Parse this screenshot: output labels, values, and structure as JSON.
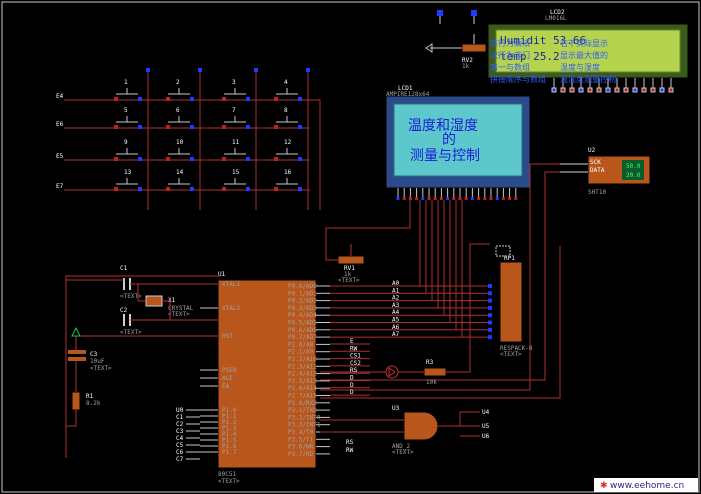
{
  "lcd2": {
    "ref": "LCD2",
    "model": "LM016L",
    "line1": "Humidit 53.66",
    "line2": "temp 25.2",
    "note": "LCD2 (blue marking)"
  },
  "lcd1": {
    "ref": "LCD1",
    "model": "AMPIRE128x64",
    "line1": "温度和湿度",
    "line2": "的",
    "line3": "测量与控制"
  },
  "rv2": {
    "ref": "RV2",
    "value": "1k"
  },
  "rv1": {
    "ref": "RV1",
    "value": "1k",
    "tag": "<TEXT>"
  },
  "u2": {
    "ref": "U2",
    "label1": "SCK",
    "label2": "DATA",
    "model": "SHT10",
    "screen1": "50.0",
    "screen2": "20.0"
  },
  "u1": {
    "ref": "U1",
    "model": "80C51",
    "tag": "<TEXT>",
    "pins_left": [
      "XTAL1",
      "XTAL2",
      "RST",
      "PSEN",
      "ALE",
      "EA",
      "P1.0",
      "P1.1",
      "P1.2",
      "P1.3",
      "P1.4",
      "P1.5",
      "P1.6",
      "P1.7"
    ],
    "pins_right": [
      "P0.0/AD0",
      "P0.1/AD1",
      "P0.2/AD2",
      "P0.3/AD3",
      "P0.4/AD4",
      "P0.5/AD5",
      "P0.6/AD6",
      "P0.7/AD7",
      "P2.0/A8",
      "P2.1/A9",
      "P2.2/A10",
      "P2.3/A11",
      "P2.4/A12",
      "P2.5/A13",
      "P2.6/A14",
      "P2.7/A15",
      "P3.0/RXD",
      "P3.1/TXD",
      "P3.2/INT0",
      "P3.3/INT1",
      "P3.4/T0",
      "P3.5/T1",
      "P3.6/WR",
      "P3.7/RD"
    ]
  },
  "crystal": {
    "ref": "X1",
    "tag": "<TEXT>",
    "model": "CRYSTAL"
  },
  "c1": {
    "ref": "C1",
    "tag": "<TEXT>"
  },
  "c2": {
    "ref": "C2",
    "tag": "<TEXT>"
  },
  "c3": {
    "ref": "C3",
    "value": "10uF",
    "tag": "<TEXT>"
  },
  "r1": {
    "ref": "R1",
    "value": "8.2k",
    "tag": "<TEXT>"
  },
  "r3": {
    "ref": "R3",
    "value": "10k",
    "tag": "<TEXT>"
  },
  "rp1": {
    "ref": "RP1",
    "model": "RESPACK-8",
    "tag": "<TEXT>"
  },
  "u3": {
    "ref": "U3",
    "model": "AND_2",
    "tag": "<TEXT>"
  },
  "keypad": {
    "rows": [
      "E4",
      "E6",
      "E5",
      "E7"
    ],
    "labels": [
      "1",
      "2",
      "3",
      "4",
      "5",
      "6",
      "7",
      "8",
      "9",
      "10",
      "11",
      "12",
      "13",
      "14",
      "15",
      "16"
    ]
  },
  "notes": [
    "首行为乘法",
    "次行为非门",
    "第一与数组",
    "拼接顺序与数组"
  ],
  "notes2": [
    "右下实际显示",
    "显示最大值的",
    "温度与湿度",
    "温湿度测量控制"
  ],
  "p1_labels": [
    "U0",
    "C1",
    "C2",
    "C3",
    "C4",
    "C5",
    "C6",
    "C7"
  ],
  "bus_labels": [
    "A0",
    "A1",
    "A2",
    "A3",
    "A4",
    "A5",
    "A6",
    "A7"
  ],
  "p2_labels": [
    "E",
    "RW",
    "CS1",
    "CS2",
    "RS",
    "D",
    "D",
    "D"
  ],
  "p3_labels": [
    "RS",
    "RW"
  ],
  "u3_right": [
    "U4",
    "U5",
    "U6"
  ],
  "watermark": "www.eehome.cn"
}
